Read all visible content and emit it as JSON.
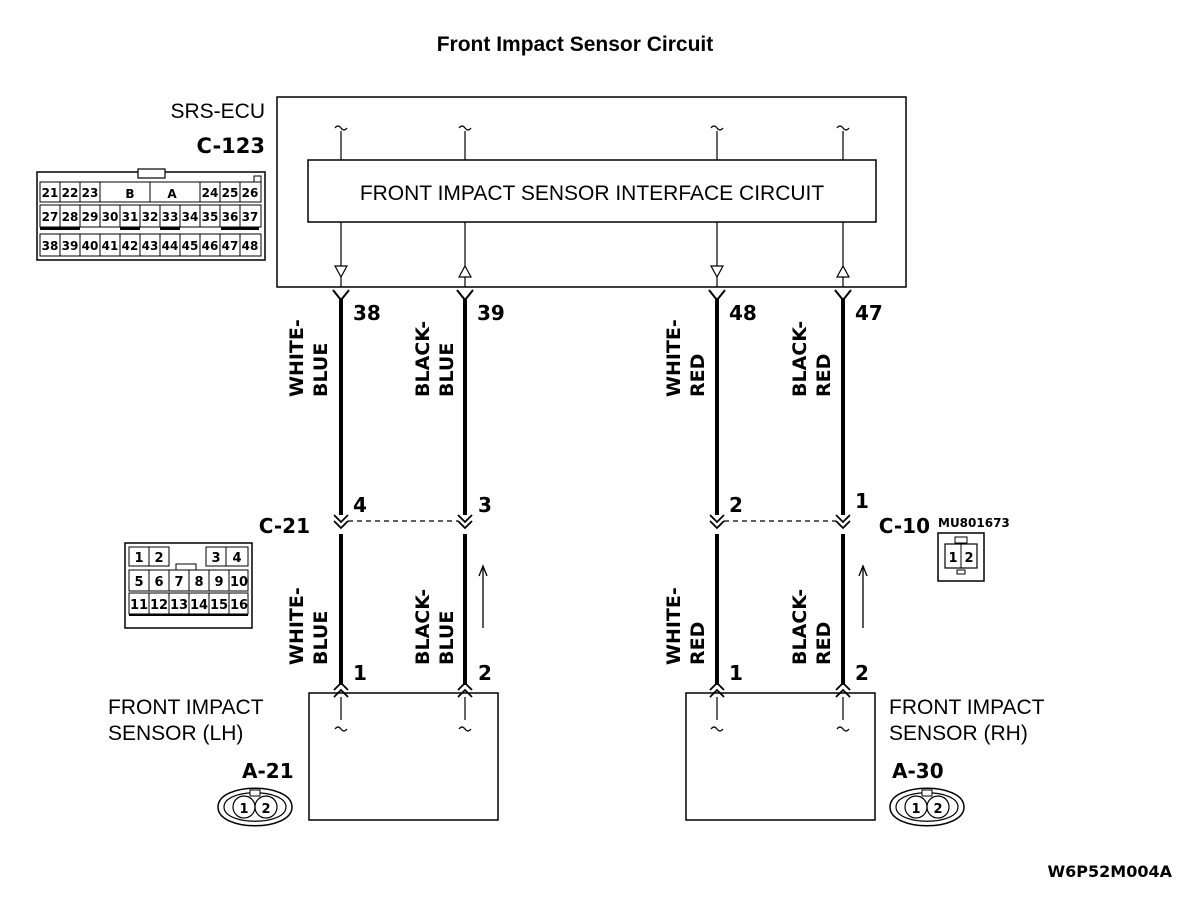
{
  "title": "Front Impact Sensor Circuit",
  "ecu": {
    "name": "SRS-ECU",
    "connector": "C-123",
    "interface_circuit": "FRONT IMPACT SENSOR INTERFACE CIRCUIT",
    "pins_row1": [
      "21",
      "22",
      "23",
      "B",
      "A",
      "24",
      "25",
      "26"
    ],
    "pins_row2": [
      "27",
      "28",
      "29",
      "30",
      "31",
      "32",
      "33",
      "34",
      "35",
      "36",
      "37"
    ],
    "pins_row3": [
      "38",
      "39",
      "40",
      "41",
      "42",
      "43",
      "44",
      "45",
      "46",
      "47",
      "48"
    ]
  },
  "ecu_terminals": [
    "38",
    "39",
    "48",
    "47"
  ],
  "wire_colors_upper": [
    {
      "line1": "WHITE-",
      "line2": "BLUE"
    },
    {
      "line1": "BLACK-",
      "line2": "BLUE"
    },
    {
      "line1": "WHITE-",
      "line2": "RED"
    },
    {
      "line1": "BLACK-",
      "line2": "RED"
    }
  ],
  "wire_colors_lower": [
    {
      "line1": "WHITE-",
      "line2": "BLUE"
    },
    {
      "line1": "BLACK-",
      "line2": "BLUE"
    },
    {
      "line1": "WHITE-",
      "line2": "RED"
    },
    {
      "line1": "BLACK-",
      "line2": "RED"
    }
  ],
  "junction_left": {
    "name": "C-21",
    "terminals": [
      "4",
      "3"
    ],
    "pins_row1": [
      "1",
      "2",
      "3",
      "4"
    ],
    "pins_row2": [
      "5",
      "6",
      "7",
      "8",
      "9",
      "10"
    ],
    "pins_row3": [
      "11",
      "12",
      "13",
      "14",
      "15",
      "16"
    ]
  },
  "junction_right": {
    "name": "C-10",
    "part_number": "MU801673",
    "terminals": [
      "2",
      "1"
    ],
    "pins": [
      "1",
      "2"
    ]
  },
  "sensor_left": {
    "line1": "FRONT IMPACT",
    "line2": "SENSOR (LH)",
    "connector": "A-21",
    "terminals": [
      "1",
      "2"
    ],
    "pins": [
      "1",
      "2"
    ]
  },
  "sensor_right": {
    "line1": "FRONT IMPACT",
    "line2": "SENSOR (RH)",
    "connector": "A-30",
    "terminals": [
      "1",
      "2"
    ],
    "pins": [
      "1",
      "2"
    ]
  },
  "figure_code": "W6P52M004A"
}
